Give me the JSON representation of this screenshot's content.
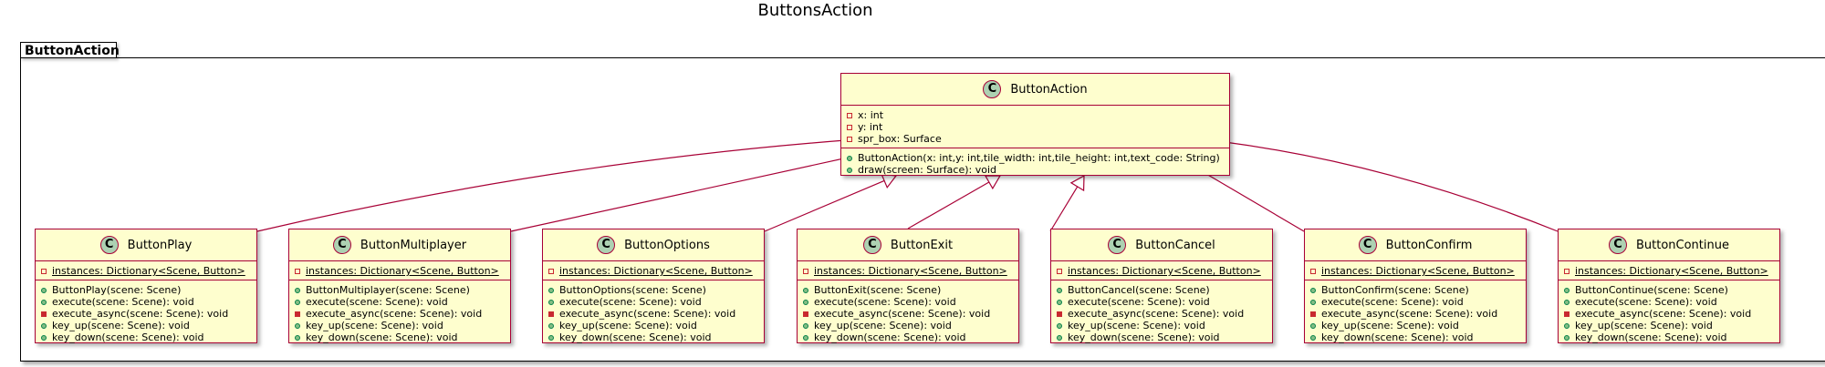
{
  "diagram": {
    "title": "ButtonsAction",
    "package": {
      "name": "ButtonAction"
    },
    "colors": {
      "class_fill": "#fefece",
      "class_border": "#a80036",
      "badge_fill": "#add1b2",
      "edge": "#a80036",
      "private": "#c82930",
      "public": "#84be84"
    },
    "parent": {
      "badge": "C",
      "name": "ButtonAction",
      "fields": [
        {
          "vis": "private-field",
          "text": "x: int"
        },
        {
          "vis": "private-field",
          "text": "y: int"
        },
        {
          "vis": "private-field",
          "text": "spr_box: Surface"
        }
      ],
      "methods": [
        {
          "vis": "public",
          "text": "ButtonAction(x: int,y: int,tile_width: int,tile_height: int,text_code: String)"
        },
        {
          "vis": "public",
          "text": "draw(screen: Surface): void"
        }
      ]
    },
    "children": [
      {
        "badge": "C",
        "name": "ButtonPlay",
        "fields": [
          {
            "vis": "private-field",
            "text": "instances: Dictionary<Scene, Button>",
            "static": true
          }
        ],
        "methods": [
          {
            "vis": "public",
            "text": "ButtonPlay(scene: Scene)"
          },
          {
            "vis": "public",
            "text": "execute(scene: Scene): void"
          },
          {
            "vis": "private",
            "text": "execute_async(scene: Scene): void"
          },
          {
            "vis": "public",
            "text": "key_up(scene: Scene): void"
          },
          {
            "vis": "public",
            "text": "key_down(scene: Scene): void"
          }
        ]
      },
      {
        "badge": "C",
        "name": "ButtonMultiplayer",
        "fields": [
          {
            "vis": "private-field",
            "text": "instances: Dictionary<Scene, Button>",
            "static": true
          }
        ],
        "methods": [
          {
            "vis": "public",
            "text": "ButtonMultiplayer(scene: Scene)"
          },
          {
            "vis": "public",
            "text": "execute(scene: Scene): void"
          },
          {
            "vis": "private",
            "text": "execute_async(scene: Scene): void"
          },
          {
            "vis": "public",
            "text": "key_up(scene: Scene): void"
          },
          {
            "vis": "public",
            "text": "key_down(scene: Scene): void"
          }
        ]
      },
      {
        "badge": "C",
        "name": "ButtonOptions",
        "fields": [
          {
            "vis": "private-field",
            "text": "instances: Dictionary<Scene, Button>",
            "static": true
          }
        ],
        "methods": [
          {
            "vis": "public",
            "text": "ButtonOptions(scene: Scene)"
          },
          {
            "vis": "public",
            "text": "execute(scene: Scene): void"
          },
          {
            "vis": "private",
            "text": "execute_async(scene: Scene): void"
          },
          {
            "vis": "public",
            "text": "key_up(scene: Scene): void"
          },
          {
            "vis": "public",
            "text": "key_down(scene: Scene): void"
          }
        ]
      },
      {
        "badge": "C",
        "name": "ButtonExit",
        "fields": [
          {
            "vis": "private-field",
            "text": "instances: Dictionary<Scene, Button>",
            "static": true
          }
        ],
        "methods": [
          {
            "vis": "public",
            "text": "ButtonExit(scene: Scene)"
          },
          {
            "vis": "public",
            "text": "execute(scene: Scene): void"
          },
          {
            "vis": "private",
            "text": "execute_async(scene: Scene): void"
          },
          {
            "vis": "public",
            "text": "key_up(scene: Scene): void"
          },
          {
            "vis": "public",
            "text": "key_down(scene: Scene): void"
          }
        ]
      },
      {
        "badge": "C",
        "name": "ButtonCancel",
        "fields": [
          {
            "vis": "private-field",
            "text": "instances: Dictionary<Scene, Button>",
            "static": true
          }
        ],
        "methods": [
          {
            "vis": "public",
            "text": "ButtonCancel(scene: Scene)"
          },
          {
            "vis": "public",
            "text": "execute(scene: Scene): void"
          },
          {
            "vis": "private",
            "text": "execute_async(scene: Scene): void"
          },
          {
            "vis": "public",
            "text": "key_up(scene: Scene): void"
          },
          {
            "vis": "public",
            "text": "key_down(scene: Scene): void"
          }
        ]
      },
      {
        "badge": "C",
        "name": "ButtonConfirm",
        "fields": [
          {
            "vis": "private-field",
            "text": "instances: Dictionary<Scene, Button>",
            "static": true
          }
        ],
        "methods": [
          {
            "vis": "public",
            "text": "ButtonConfirm(scene: Scene)"
          },
          {
            "vis": "public",
            "text": "execute(scene: Scene): void"
          },
          {
            "vis": "private",
            "text": "execute_async(scene: Scene): void"
          },
          {
            "vis": "public",
            "text": "key_up(scene: Scene): void"
          },
          {
            "vis": "public",
            "text": "key_down(scene: Scene): void"
          }
        ]
      },
      {
        "badge": "C",
        "name": "ButtonContinue",
        "fields": [
          {
            "vis": "private-field",
            "text": "instances: Dictionary<Scene, Button>",
            "static": true
          }
        ],
        "methods": [
          {
            "vis": "public",
            "text": "ButtonContinue(scene: Scene)"
          },
          {
            "vis": "public",
            "text": "execute(scene: Scene): void"
          },
          {
            "vis": "private",
            "text": "execute_async(scene: Scene): void"
          },
          {
            "vis": "public",
            "text": "key_up(scene: Scene): void"
          },
          {
            "vis": "public",
            "text": "key_down(scene: Scene): void"
          }
        ]
      }
    ]
  }
}
